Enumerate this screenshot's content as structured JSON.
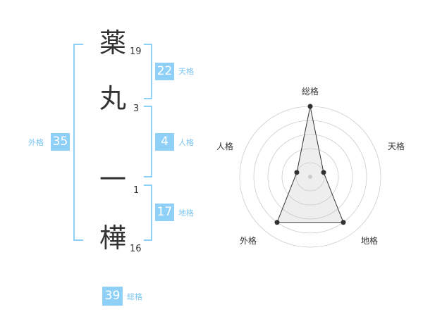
{
  "name_chars": [
    {
      "char": "薬",
      "strokes": "19"
    },
    {
      "char": "丸",
      "strokes": "3"
    },
    {
      "char": "一",
      "strokes": "1"
    },
    {
      "char": "樺",
      "strokes": "16"
    }
  ],
  "fortune": {
    "tenkaku": {
      "value": "22",
      "label": "天格"
    },
    "jinkaku": {
      "value": "4",
      "label": "人格"
    },
    "chikaku": {
      "value": "17",
      "label": "地格"
    },
    "gaikaku": {
      "value": "35",
      "label": "外格"
    },
    "soukaku": {
      "value": "39",
      "label": "総格"
    }
  },
  "colors": {
    "accent": "#8fd0f8",
    "accent_text": "#7cc6f2",
    "text": "#333333"
  },
  "chart_data": {
    "type": "radar",
    "axes": [
      "総格",
      "天格",
      "地格",
      "外格",
      "人格"
    ],
    "values": [
      5,
      1,
      4,
      4,
      1
    ],
    "max": 5,
    "rings": 5
  }
}
